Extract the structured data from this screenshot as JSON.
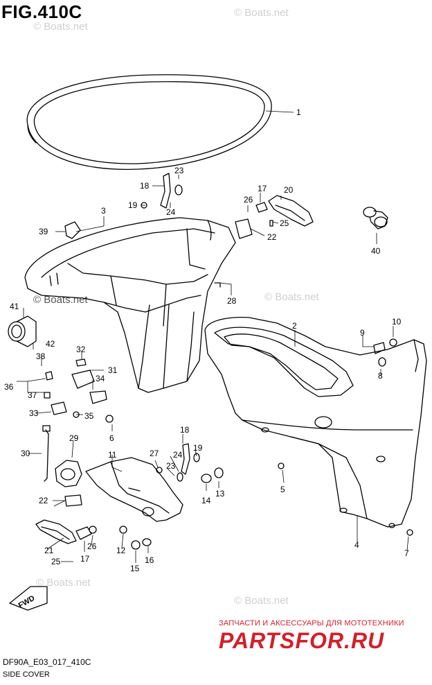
{
  "figure": {
    "title": "FIG.410C",
    "code": "DF90A_E03_017_410C",
    "caption": "SIDE COVER",
    "fwd_label": "FWD"
  },
  "watermarks": {
    "boats": "© Boats.net",
    "boats_dark": "© Boats.net",
    "parts_tagline": "ЗАПЧАСТИ И АКСЕССУАРЫ ДЛЯ МОТОТЕХНИКИ",
    "parts_logo": "PARTSFOR.RU"
  },
  "callouts": [
    "1",
    "2",
    "3",
    "4",
    "5",
    "6",
    "7",
    "8",
    "9",
    "10",
    "11",
    "12",
    "13",
    "14",
    "15",
    "16",
    "17",
    "18",
    "19",
    "20",
    "21",
    "22",
    "23",
    "24",
    "25",
    "26",
    "27",
    "28",
    "29",
    "30",
    "31",
    "32",
    "33",
    "34",
    "35",
    "36",
    "37",
    "38",
    "39",
    "40",
    "41",
    "42"
  ],
  "labels": {
    "c1": "1",
    "c2": "2",
    "c3": "3",
    "c4": "4",
    "c5": "5",
    "c6": "6",
    "c7": "7",
    "c8": "8",
    "c9": "9",
    "c10": "10",
    "c11": "11",
    "c12": "12",
    "c13": "13",
    "c14": "14",
    "c15": "15",
    "c16": "16",
    "c17a": "17",
    "c17b": "17",
    "c18a": "18",
    "c18b": "18",
    "c19a": "19",
    "c19b": "19",
    "c20": "20",
    "c21": "21",
    "c22a": "22",
    "c22b": "22",
    "c23a": "23",
    "c23b": "23",
    "c24a": "24",
    "c24b": "24",
    "c25a": "25",
    "c25b": "25",
    "c26a": "26",
    "c26b": "26",
    "c27": "27",
    "c28": "28",
    "c29": "29",
    "c30": "30",
    "c31": "31",
    "c32": "32",
    "c33": "33",
    "c34": "34",
    "c35": "35",
    "c36": "36",
    "c37": "37",
    "c38": "38",
    "c39": "39",
    "c40": "40",
    "c41": "41",
    "c42": "42"
  }
}
